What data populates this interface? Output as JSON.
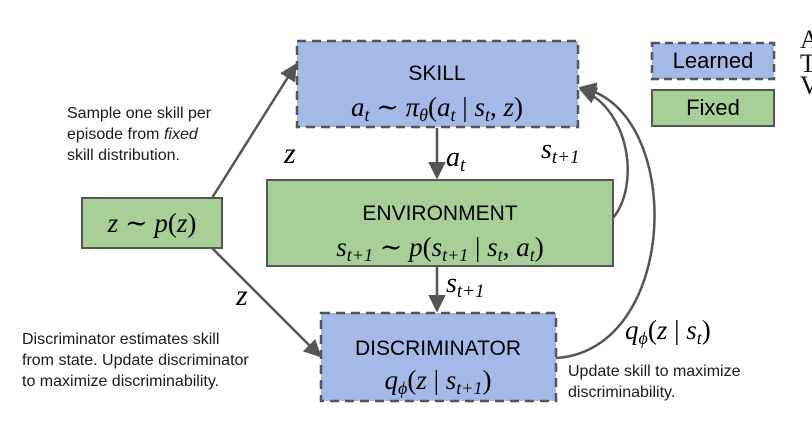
{
  "legend": {
    "learned_label": "Learned",
    "fixed_label": "Fixed",
    "learned_color": "#a4b9e8",
    "fixed_color": "#a8cf97"
  },
  "skill": {
    "title": "SKILL"
  },
  "environment": {
    "title": "ENVIRONMENT"
  },
  "discriminator": {
    "title": "DISCRIMINATOR"
  },
  "prior": {},
  "notes": {
    "sample_line1": "Sample one skill per",
    "sample_line2_pre": "episode from ",
    "sample_line2_em": "fixed",
    "sample_line3": "skill distribution.",
    "disc_line1": "Discriminator estimates skill",
    "disc_line2": "from state. Update discriminator",
    "disc_line3": "to maximize discriminability.",
    "update_line1": "Update skill to maximize",
    "update_line2": "discriminability."
  },
  "colors": {
    "learned_fill": "#a4b9e8",
    "fixed_fill": "#a8cf97",
    "stroke": "#555555"
  }
}
